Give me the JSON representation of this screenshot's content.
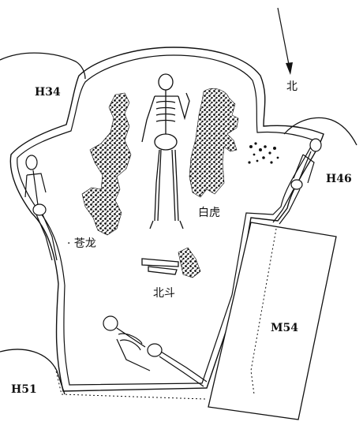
{
  "labels": {
    "north": "北",
    "h34": "H34",
    "h46": "H46",
    "h51": "H51",
    "m54": "M54",
    "white_tiger": "白虎",
    "azure_dragon": "· 苍龙",
    "big_dipper": "北斗"
  },
  "colors": {
    "ink": "#111111",
    "paper": "#ffffff"
  }
}
